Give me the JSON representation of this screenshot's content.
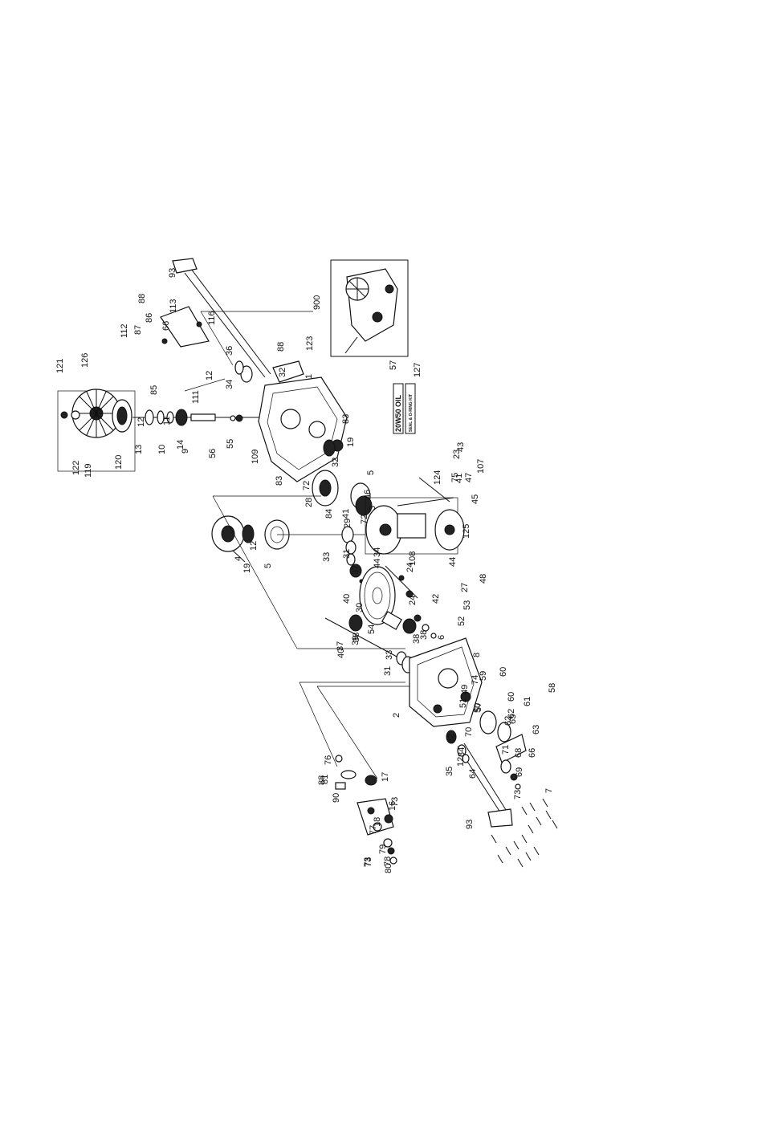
{
  "part_numbers": [
    "1",
    "2",
    "3",
    "4",
    "5",
    "5",
    "6",
    "7",
    "8",
    "9",
    "10",
    "11",
    "12",
    "12",
    "12",
    "12",
    "13",
    "14",
    "16",
    "17",
    "18",
    "19",
    "19",
    "23",
    "24",
    "24",
    "27",
    "28",
    "29",
    "30",
    "31",
    "31",
    "32",
    "32",
    "32",
    "33",
    "33",
    "34",
    "34",
    "34",
    "35",
    "36",
    "37",
    "37",
    "38",
    "38",
    "38",
    "39",
    "40",
    "40",
    "41",
    "41",
    "42",
    "43",
    "44",
    "44",
    "45",
    "46",
    "47",
    "48",
    "49",
    "50",
    "51",
    "52",
    "53",
    "54",
    "55",
    "56",
    "57",
    "57",
    "58",
    "59",
    "60",
    "60",
    "61",
    "62",
    "62",
    "63",
    "64",
    "65",
    "66",
    "66",
    "68",
    "69",
    "70",
    "71",
    "72",
    "72",
    "73",
    "73",
    "73",
    "73",
    "74",
    "75",
    "76",
    "77",
    "78",
    "79",
    "80",
    "81",
    "83",
    "83",
    "84",
    "85",
    "86",
    "87",
    "88",
    "88",
    "88",
    "90",
    "93",
    "93",
    "107",
    "108",
    "109",
    "111",
    "112",
    "113",
    "116",
    "119",
    "120",
    "121",
    "122",
    "123",
    "124",
    "125",
    "126",
    "127",
    "900"
  ],
  "decals": {
    "oil": "20W50 OIL",
    "seal": "SEAL & O-RING KIT"
  }
}
